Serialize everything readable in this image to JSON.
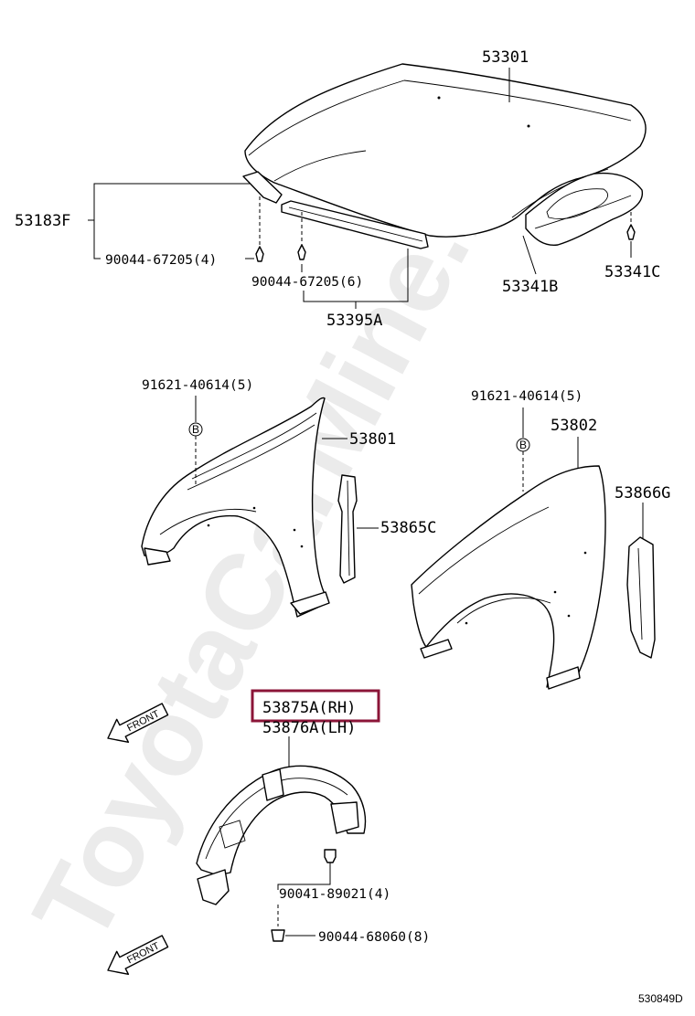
{
  "watermark": "ToyotaCarMine.ru",
  "highlight_color": "#8b1538",
  "labels": {
    "hood": "53301",
    "hinge_bracket": "53183F",
    "clip_left": "90044-67205(4)",
    "clip_center": "90044-67205(6)",
    "hood_seal": "53395A",
    "hood_insulator": "53341B",
    "insulator_clip": "53341C",
    "clip_lh": "91621-40614(5)",
    "fender_lh": "53801",
    "fender_seal_lh": "53865C",
    "clip_rh": "91621-40614(5)",
    "fender_rh": "53802",
    "fender_seal_rh": "53866G",
    "liner_rh": "53875A(RH)",
    "liner_lh": "53876A(LH)",
    "screw": "90041-89021(4)",
    "clip_liner": "90044-68060(8)"
  },
  "markers": {
    "b1": "B",
    "b2": "B"
  },
  "front_arrows": [
    "FRONT",
    "FRONT"
  ],
  "diagram_code": "530849D"
}
